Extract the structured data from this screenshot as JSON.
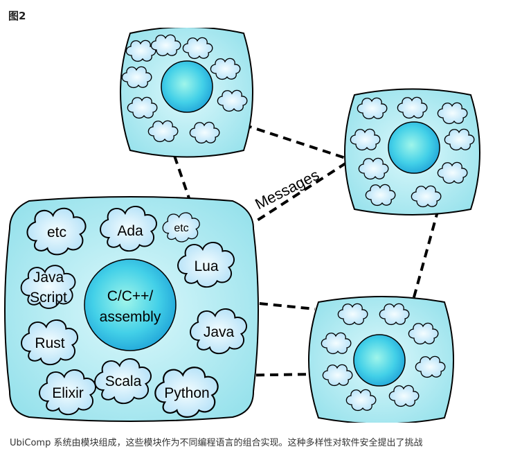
{
  "figure_label": "图2",
  "diagram": {
    "messages_label": "Messages",
    "core_label_line1": "C/C++/",
    "core_label_line2": "assembly",
    "languages": {
      "etc_large": "etc",
      "ada": "Ada",
      "etc_small": "etc",
      "java_script_line1": "Java",
      "java_script_line2": "Script",
      "lua": "Lua",
      "rust": "Rust",
      "java": "Java",
      "elixir": "Elixir",
      "scala": "Scala",
      "python": "Python"
    }
  },
  "caption": "UbiComp 系统由模块组成，这些模块作为不同编程语言的组合实现。这种多样性对软件安全提出了挑战",
  "colors": {
    "module_fill": "#9be6ef",
    "module_fill_light": "#c9f3f7",
    "cloud_fill": "#cdeffb",
    "core_fill": "#34c8e6",
    "stroke": "#000000"
  }
}
